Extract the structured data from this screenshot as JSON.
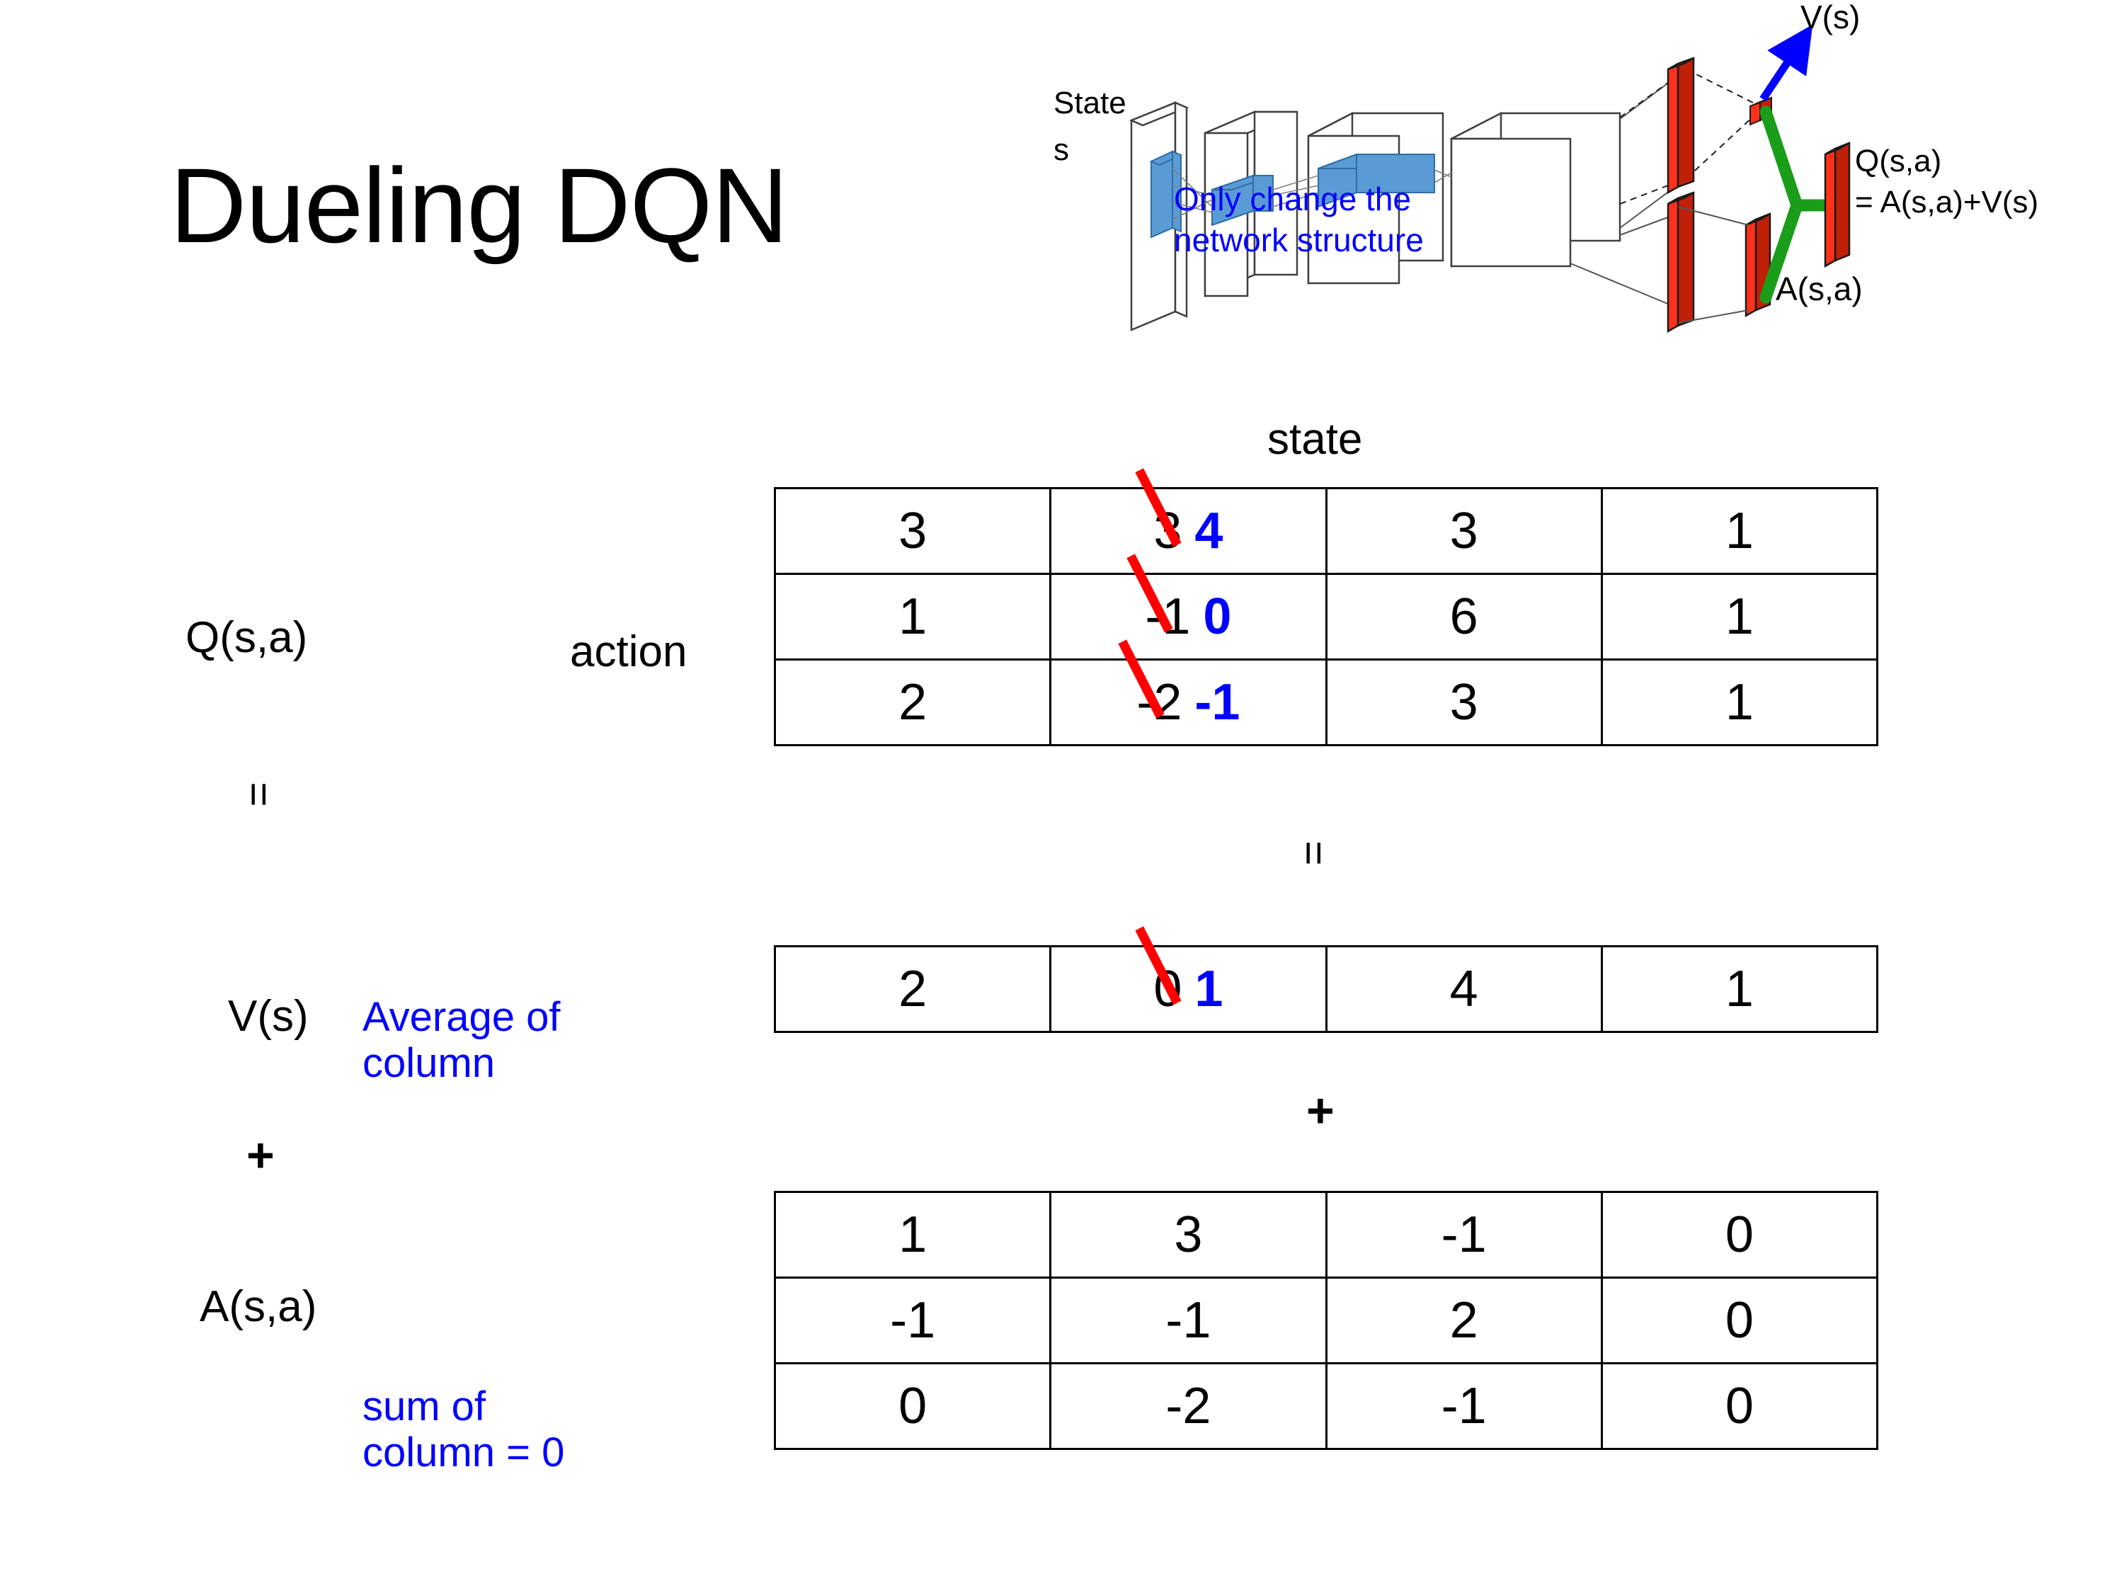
{
  "title": "Dueling DQN",
  "diagram": {
    "input_label_line1": "State",
    "input_label_line2": "s",
    "note_line1": "Only change the",
    "note_line2": "network structure",
    "value_label": "V(s)",
    "advantage_label": "A(s,a)",
    "q_label_line1": "Q(s,a)",
    "q_label_line2": "= A(s,a)+V(s)",
    "colors": {
      "note": "#0000ff",
      "arrow": "#0000ff",
      "bar": "#ff3219",
      "merge": "#1a9e1a",
      "feature": "#5b9bd5"
    }
  },
  "labels": {
    "state_axis": "state",
    "action_axis": "action",
    "q_function": "Q(s,a)",
    "v_function": "V(s)",
    "a_function": "A(s,a)",
    "equals_left": "=",
    "equals_middle": "=",
    "plus_left": "+",
    "plus_middle": "+",
    "avg_note_line1": "Average of",
    "avg_note_line2": "column",
    "sum_note_line1": "sum of",
    "sum_note_line2": "column = 0"
  },
  "colors": {
    "edit_strike": "#ff0000",
    "edit_new": "#0000ff",
    "grid_line": "#000000"
  },
  "tables": {
    "q": {
      "name": "Q(s,a)",
      "rows": [
        [
          {
            "v": "3"
          },
          {
            "v": "3",
            "new": "4"
          },
          {
            "v": "3"
          },
          {
            "v": "1"
          }
        ],
        [
          {
            "v": "1"
          },
          {
            "v": "-1",
            "new": "0"
          },
          {
            "v": "6"
          },
          {
            "v": "1"
          }
        ],
        [
          {
            "v": "2"
          },
          {
            "v": "-2",
            "new": "-1"
          },
          {
            "v": "3"
          },
          {
            "v": "1"
          }
        ]
      ]
    },
    "v": {
      "name": "V(s)",
      "rows": [
        [
          {
            "v": "2"
          },
          {
            "v": "0",
            "new": "1"
          },
          {
            "v": "4"
          },
          {
            "v": "1"
          }
        ]
      ]
    },
    "a": {
      "name": "A(s,a)",
      "rows": [
        [
          {
            "v": "1"
          },
          {
            "v": "3"
          },
          {
            "v": "-1"
          },
          {
            "v": "0"
          }
        ],
        [
          {
            "v": "-1"
          },
          {
            "v": "-1"
          },
          {
            "v": "2"
          },
          {
            "v": "0"
          }
        ],
        [
          {
            "v": "0"
          },
          {
            "v": "-2"
          },
          {
            "v": "-1"
          },
          {
            "v": "0"
          }
        ]
      ]
    }
  }
}
